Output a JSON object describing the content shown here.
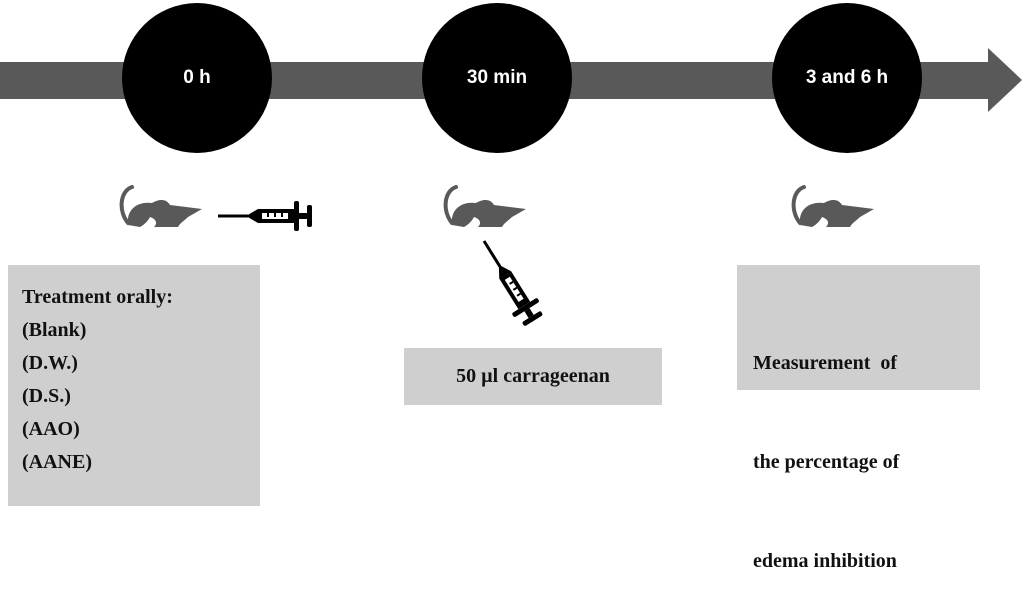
{
  "timeline": [
    {
      "time": "0 h"
    },
    {
      "time": "30 min"
    },
    {
      "time": "3 and 6 h"
    }
  ],
  "boxes": {
    "treatment": {
      "title": "Treatment orally:",
      "items": [
        "(Blank)",
        "(D.W.)",
        "(D.S.)",
        "(AAO)",
        "(AANE)"
      ]
    },
    "injection": "50 µl carrageenan",
    "measurement": [
      "Measurement  of",
      "the percentage of",
      "edema inhibition"
    ]
  },
  "colors": {
    "arrow": "#595959",
    "mouse": "#595959",
    "box": "#d0cfcf",
    "circle": "#000000"
  }
}
